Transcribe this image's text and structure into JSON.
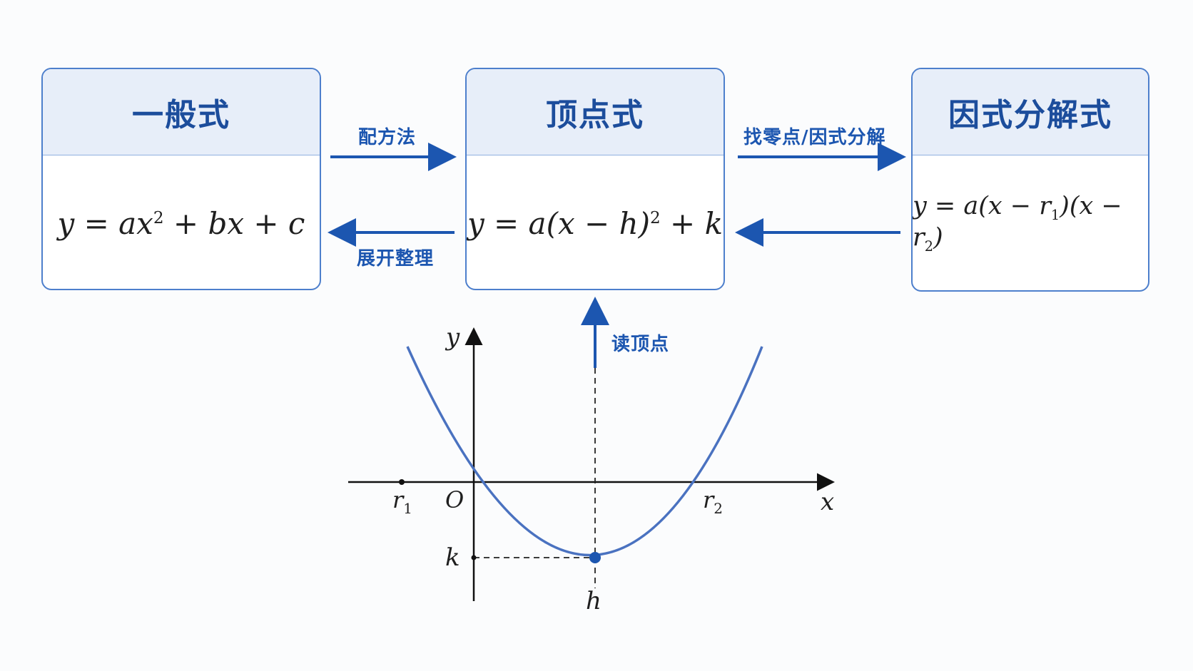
{
  "boxes": {
    "general": {
      "title": "一般式"
    },
    "vertex": {
      "title": "顶点式"
    },
    "factored": {
      "title": "因式分解式"
    }
  },
  "arrows": {
    "complete_square": "配方法",
    "expand": "展开整理",
    "find_zeros": "找零点/因式分解",
    "read_vertex": "读顶点"
  },
  "graph": {
    "axis_x": "x",
    "axis_y": "y",
    "origin": "O",
    "r1": "r",
    "r1_sub": "1",
    "r2": "r",
    "r2_sub": "2",
    "k": "k",
    "h": "h"
  },
  "colors": {
    "accent": "#1c56b0",
    "curve": "#4a72c0",
    "box_border": "#4d7fcc",
    "header_bg": "#e7eef9"
  }
}
